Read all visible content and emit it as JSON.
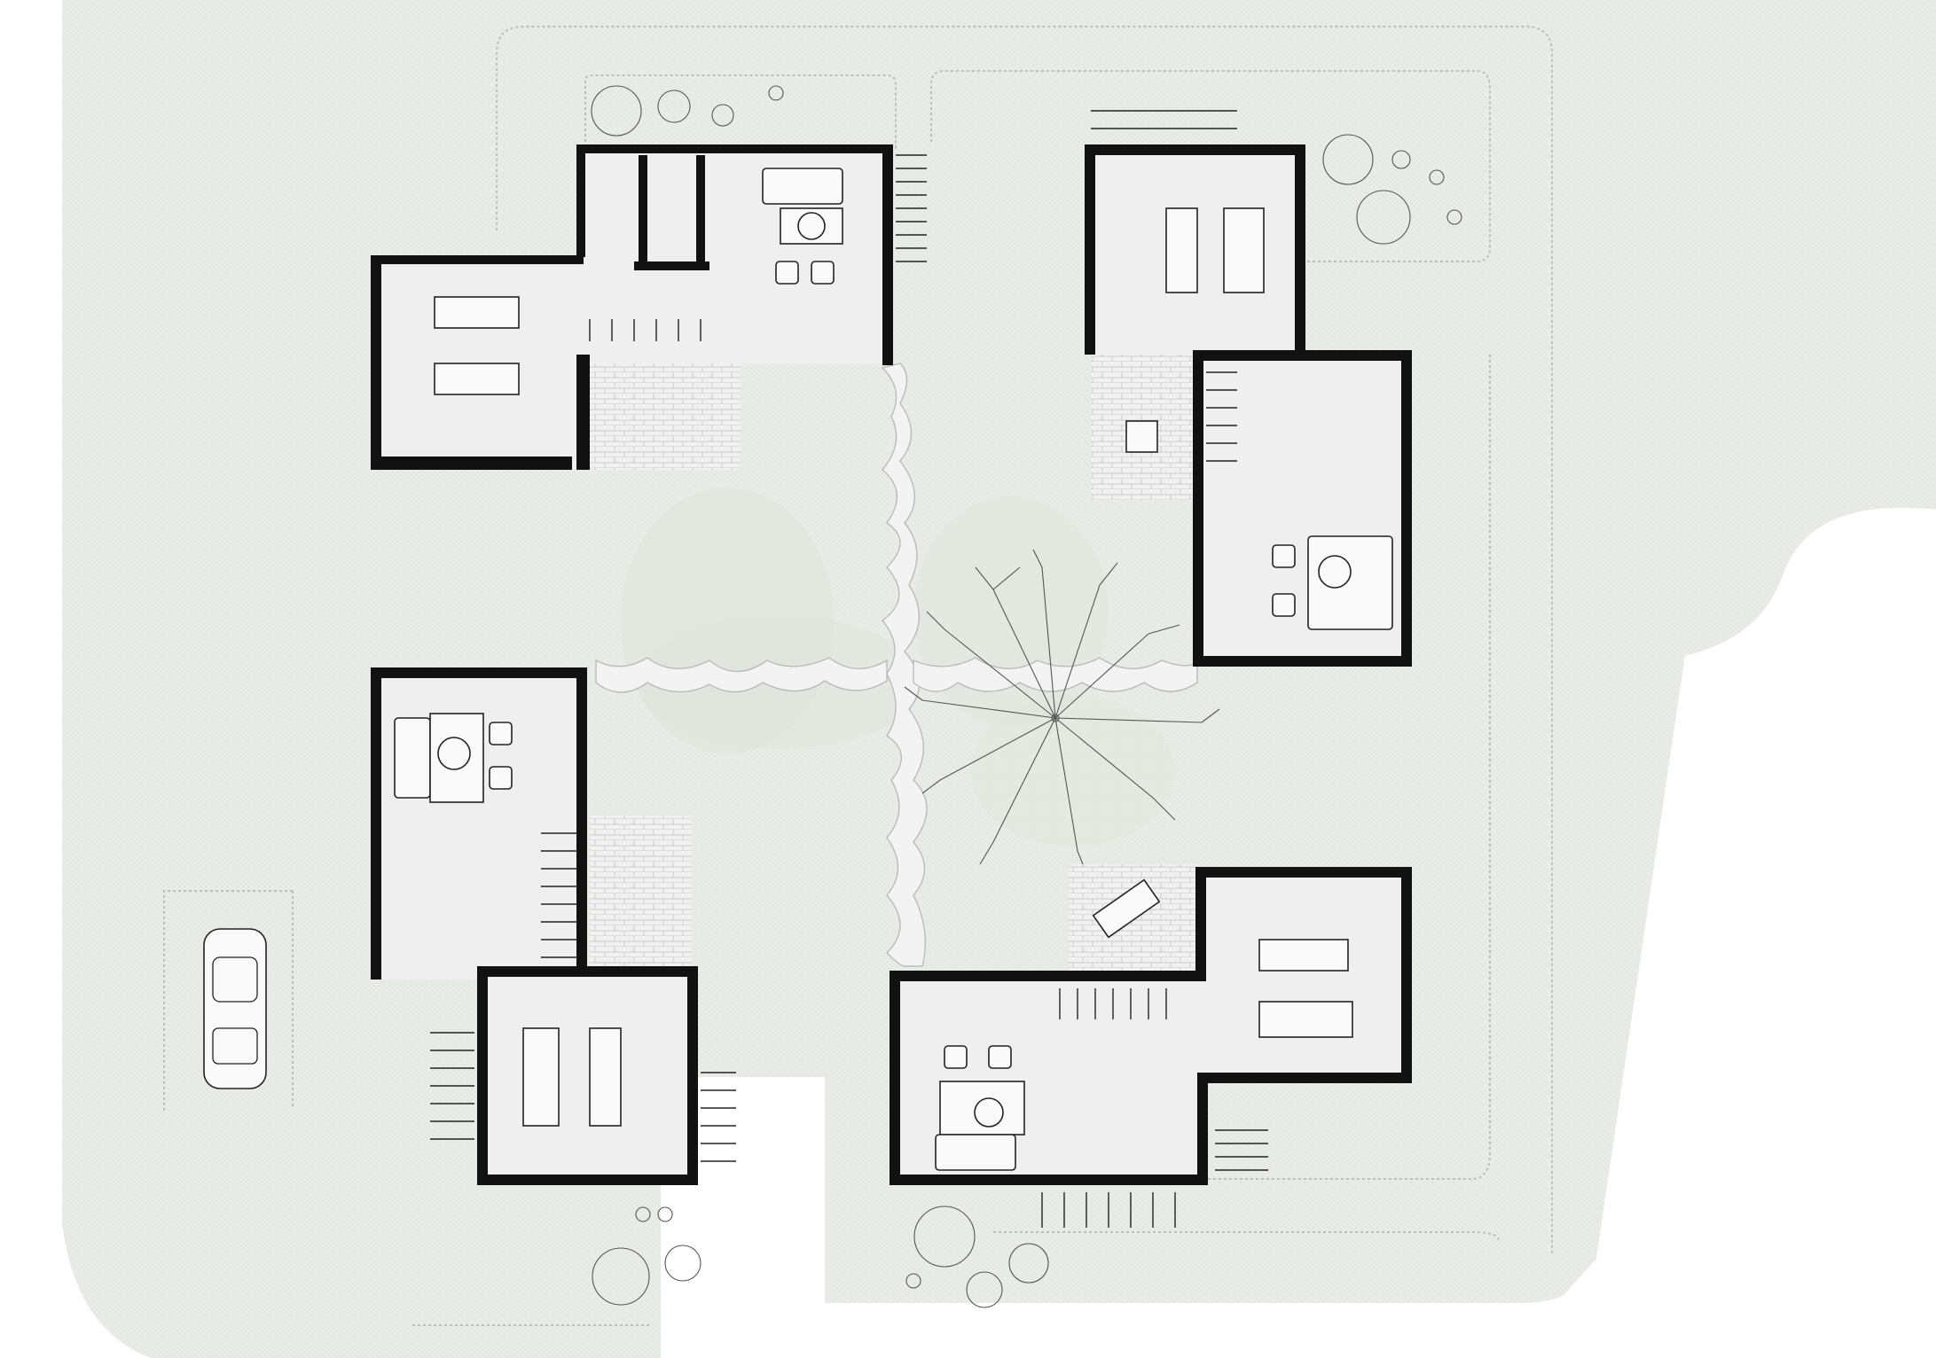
{
  "drawing": {
    "type": "site-plan",
    "buildings": [
      {
        "id": "house-north-west"
      },
      {
        "id": "house-north-east"
      },
      {
        "id": "house-south-west"
      },
      {
        "id": "house-south-east"
      }
    ],
    "features": [
      "stepping-stone-paths",
      "central-tree",
      "parked-car",
      "terraces",
      "external-stairs"
    ]
  },
  "colors": {
    "ground": "#e9ece6",
    "paving": "#eeeeee",
    "room_floor": "#efefef",
    "walls": "#111111",
    "lawn_patch": "#dfe6dc",
    "lines": "#222222"
  }
}
